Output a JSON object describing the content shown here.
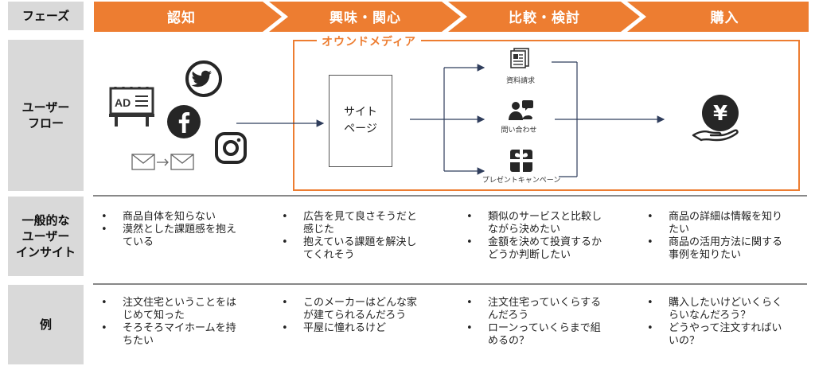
{
  "row_labels": {
    "phase": "フェーズ",
    "user_flow": "ユーザー\nフロー",
    "insight": "一般的な\nユーザー\nインサイト",
    "example": "例"
  },
  "phases": [
    {
      "label": "認知"
    },
    {
      "label": "興味・関心"
    },
    {
      "label": "比較・検討"
    },
    {
      "label": "購入"
    }
  ],
  "colors": {
    "accent": "#ed7d31",
    "label_bg": "#d9d9d9",
    "icon": "#262626"
  },
  "flow": {
    "owned_media_title": "オウンドメディア",
    "site_page": "サイト\nページ",
    "actions": {
      "request_docs": "資料請求",
      "inquiry": "問い合わせ",
      "campaign": "プレゼントキャンペーン"
    },
    "ad_label": "AD",
    "purchase_symbol": "¥",
    "icons": [
      "ad-billboard-icon",
      "twitter-icon",
      "facebook-icon",
      "instagram-icon",
      "mail-forward-icon",
      "document-icon",
      "people-chat-icon",
      "gift-icon",
      "yen-hand-icon"
    ]
  },
  "insights": [
    [
      "商品自体を知らない",
      "漠然とした課題感を抱え\nている"
    ],
    [
      "広告を見て良さそうだと\n感じた",
      "抱えている課題を解決し\nてくれそう"
    ],
    [
      "類似のサービスと比較し\nながら決めたい",
      "金額を決めて投資するか\nどうか判断したい"
    ],
    [
      "商品の詳細は情報を知り\nたい",
      "商品の活用方法に関する\n事例を知りたい"
    ]
  ],
  "examples": [
    [
      "注文住宅ということをは\nじめて知った",
      "そろそろマイホームを持\nちたい"
    ],
    [
      "このメーカーはどんな家\nが建てられるんだろう",
      "平屋に憧れるけど"
    ],
    [
      "注文住宅っていくらする\nんだろう",
      "ローンっていくらまで組\nめるの？"
    ],
    [
      "購入したいけどいくらく\nらいなんだろう？",
      "どうやって注文すればい\nいの？"
    ]
  ]
}
